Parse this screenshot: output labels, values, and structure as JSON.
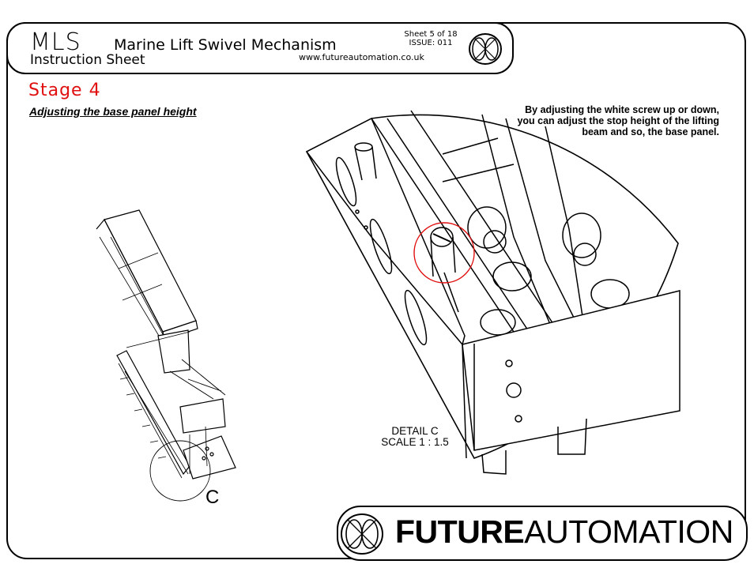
{
  "header": {
    "product_code": "MLS",
    "product_name": "Marine Lift Swivel Mechanism",
    "doc_type": "Instruction Sheet",
    "sheet_info": "Sheet 5 of 18",
    "issue": "ISSUE: 011",
    "website": "www.futureautomation.co.uk"
  },
  "stage": {
    "title": "Stage 4",
    "subtitle": "Adjusting the base panel height"
  },
  "note": "By adjusting the white screw up or down, you can adjust the stop height of the lifting beam and so, the base panel.",
  "detail": {
    "name": "DETAIL C",
    "scale": "SCALE 1 : 1.5",
    "callout": "C"
  },
  "footer": {
    "brand_bold": "FUTURE",
    "brand_regular": "AUTOMATION"
  },
  "colors": {
    "accent": "#e01010",
    "ink": "#000000"
  },
  "icons": [
    "future-automation-logo-icon"
  ]
}
